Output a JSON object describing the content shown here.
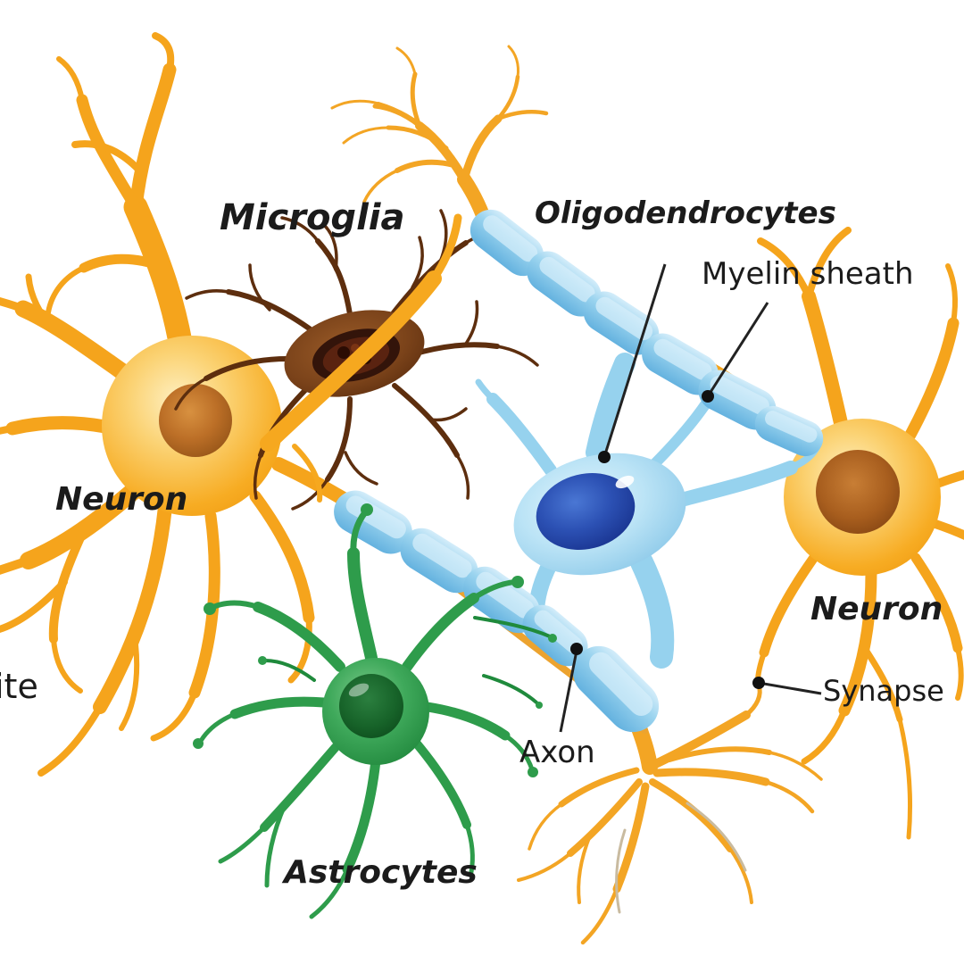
{
  "figure": {
    "type": "neuroscience-cell-diagram",
    "background_color": "#ffffff",
    "text_color": "#1b1b1b"
  },
  "labels": {
    "microglia": {
      "text": "Microglia",
      "style": "bold-italic"
    },
    "oligodendrocytes": {
      "text": "Oligodendrocytes",
      "style": "bold-italic"
    },
    "myelin_sheath": {
      "text": "Myelin sheath",
      "style": "regular"
    },
    "neuron_left": {
      "text": "Neuron",
      "style": "bold-italic"
    },
    "dendrite_partial": {
      "text": "ite",
      "style": "regular"
    },
    "axon": {
      "text": "Axon",
      "style": "regular"
    },
    "synapse": {
      "text": "Synapse",
      "style": "regular"
    },
    "astrocytes": {
      "text": "Astrocytes",
      "style": "bold-italic"
    },
    "neuron_right": {
      "text": "Neuron",
      "style": "bold-italic"
    }
  },
  "cells": [
    {
      "name": "neuron",
      "body_color": "#F6A71C",
      "nucleus_color": "#A86023"
    },
    {
      "name": "microglia",
      "body_color": "#7B431A",
      "nucleus_color": "#33140A"
    },
    {
      "name": "oligodendrocyte",
      "body_color": "#A8DCF2",
      "nucleus_color": "#1E3A9E"
    },
    {
      "name": "astrocyte",
      "body_color": "#2E9C4B",
      "nucleus_color": "#0F5D24"
    },
    {
      "name": "myelin_sheath",
      "body_color": "#8FCBE9"
    },
    {
      "name": "axon_terminal",
      "body_color": "#F3A524"
    }
  ],
  "pointers": {
    "line_color": "#222222",
    "dot_color": "#111111"
  }
}
